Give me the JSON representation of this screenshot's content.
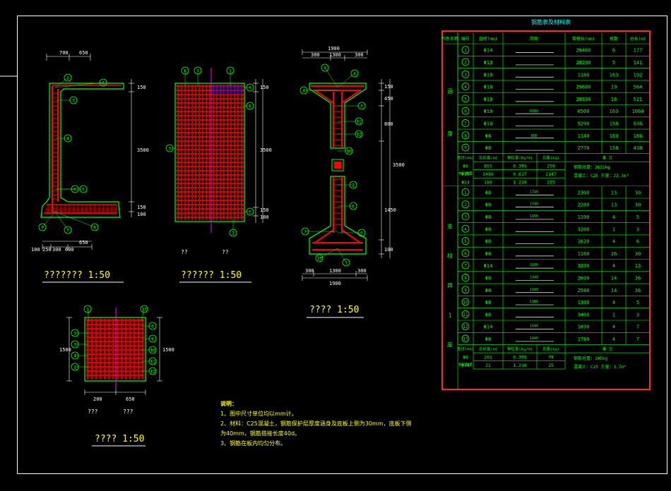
{
  "colors": {
    "background": "#000000",
    "rebar": "#ff0000",
    "outline": "#00ff00",
    "dimension": "#ffffff",
    "table_border": "#ff2a2a",
    "title_text": "#00ffff",
    "notes_text": "#ffff00"
  },
  "views": {
    "view1": {
      "title": "??????? 1:50",
      "dims_top": [
        "700",
        "650"
      ],
      "dims_side": [
        "150",
        "3500",
        "150",
        "100"
      ],
      "dims_bottom": [
        "100",
        "250",
        "300",
        "600",
        "650"
      ]
    },
    "view2": {
      "title": "?????? 1:50",
      "captions": [
        "??",
        "??"
      ],
      "dims_side": [
        "150",
        "3500",
        "150",
        "100"
      ]
    },
    "view3": {
      "title": "???? 1:50",
      "dims_top": [
        "1900",
        "1300",
        "300",
        "300"
      ],
      "dims_bottom": [
        "300",
        "1300",
        "300",
        "1900"
      ],
      "dims_side": [
        "150",
        "450",
        "800",
        "3500",
        "100",
        "1450"
      ]
    },
    "view4": {
      "title": "???? 1:50",
      "captions": [
        "???",
        "???"
      ],
      "dims_bottom": [
        "200",
        "650"
      ],
      "dims_side": [
        "1500",
        "1500"
      ]
    }
  },
  "table": {
    "title": "钢筋表及材料表",
    "header": [
      "构件名称",
      "编号",
      "直径(mm)",
      "简图",
      "单根长(mm)",
      "根数",
      "总长(m)"
    ],
    "group1_label": "涵 身",
    "group1_rows": [
      {
        "no": "1",
        "dia": "Φ14",
        "len": "29460",
        "count": "6",
        "total": "177"
      },
      {
        "no": "2",
        "dia": "Φ10",
        "len": "28200",
        "count": "5",
        "total": "141"
      },
      {
        "no": "3",
        "dia": "Φ10",
        "len": "1180",
        "count": "163",
        "total": "192"
      },
      {
        "no": "4",
        "dia": "Φ10",
        "len": "29680",
        "count": "19",
        "total": "564"
      },
      {
        "no": "5",
        "dia": "Φ10",
        "len": "28930",
        "count": "18",
        "total": "521"
      },
      {
        "no": "6",
        "dia": "Φ10",
        "len": "6500",
        "count": "163",
        "total": "1060"
      },
      {
        "no": "7",
        "dia": "Φ10",
        "len": "5290",
        "count": "158",
        "total": "836"
      },
      {
        "no": "8",
        "dia": "Φ8",
        "len": "1140",
        "count": "163",
        "total": "186"
      },
      {
        "no": "9",
        "dia": "Φ8",
        "len": "2770",
        "count": "158",
        "total": "438"
      }
    ],
    "group1_shapes": [
      "",
      "",
      "",
      "",
      "",
      "6500",
      "",
      "800",
      ""
    ],
    "sum1": {
      "label": "材料数量",
      "header": [
        "直径(mm)",
        "总长度(m)",
        "单位重(kg/m)",
        "总重(kg)",
        "备 注"
      ],
      "rows": [
        [
          "Φ8",
          "855",
          "0.395",
          "259"
        ],
        [
          "Φ10",
          "3480",
          "0.617",
          "2147"
        ],
        [
          "Φ14",
          "186",
          "1.210",
          "225"
        ]
      ],
      "note1": "钢筋总重：2631kg",
      "note2": "混凝土：C25  方量：22.3m³"
    },
    "group2_label": "支 柱 井 1 座",
    "group2_rows": [
      {
        "no": "1",
        "dia": "Φ8",
        "shape": "1740",
        "len": "2300",
        "count": "13",
        "total": "30"
      },
      {
        "no": "2",
        "dia": "Φ8",
        "shape": "1740",
        "len": "2280",
        "count": "13",
        "total": "30"
      },
      {
        "no": "3",
        "dia": "Φ8",
        "shape": "1190",
        "len": "1190",
        "count": "4",
        "total": "5"
      },
      {
        "no": "4",
        "dia": "Φ8",
        "shape": "",
        "len": "3200",
        "count": "1",
        "total": "3"
      },
      {
        "no": "5",
        "dia": "Φ8",
        "shape": "",
        "len": "1620",
        "count": "4",
        "total": "6"
      },
      {
        "no": "6",
        "dia": "Φ8",
        "shape": "",
        "len": "1160",
        "count": "26",
        "total": "30"
      },
      {
        "no": "7",
        "dia": "Φ14",
        "shape": "3200",
        "len": "3200",
        "count": "4",
        "total": "13"
      },
      {
        "no": "8",
        "dia": "Φ8",
        "shape": "1940",
        "len": "2600",
        "count": "14",
        "total": "36"
      },
      {
        "no": "9",
        "dia": "Φ8",
        "shape": "1940",
        "len": "2580",
        "count": "14",
        "total": "36"
      },
      {
        "no": "10",
        "dia": "Φ8",
        "shape": "1300",
        "len": "1300",
        "count": "4",
        "total": "5"
      },
      {
        "no": "11",
        "dia": "Φ8",
        "shape": "",
        "len": "3400",
        "count": "1",
        "total": "3"
      },
      {
        "no": "12",
        "dia": "Φ14",
        "shape": "1690",
        "len": "1690",
        "count": "4",
        "total": "7"
      },
      {
        "no": "13",
        "dia": "Φ8",
        "shape": "1840",
        "len": "1780",
        "count": "4",
        "total": "7"
      }
    ],
    "sum2": {
      "label": "材料数量",
      "header": [
        "直径(mm)",
        "总长度(m)",
        "单位重(kg/m)",
        "总重(kg)",
        "备 注"
      ],
      "rows": [
        [
          "Φ8",
          "201",
          "0.395",
          "79"
        ],
        [
          "Φ14",
          "21",
          "1.210",
          "25"
        ]
      ],
      "note1": "钢筋总重：105kg",
      "note2": "混凝土：C25  方量：1.7m³"
    }
  },
  "notes": {
    "title": "说明：",
    "lines": [
      "1、图中尺寸单位均以mm计。",
      "2、材料：C25混凝土，钢筋保护层厚度涵身及底板上侧为30mm，底板下侧",
      "为40mm，钢筋搭接长度40d。",
      "3、钢筋在板内均匀分布。"
    ]
  }
}
